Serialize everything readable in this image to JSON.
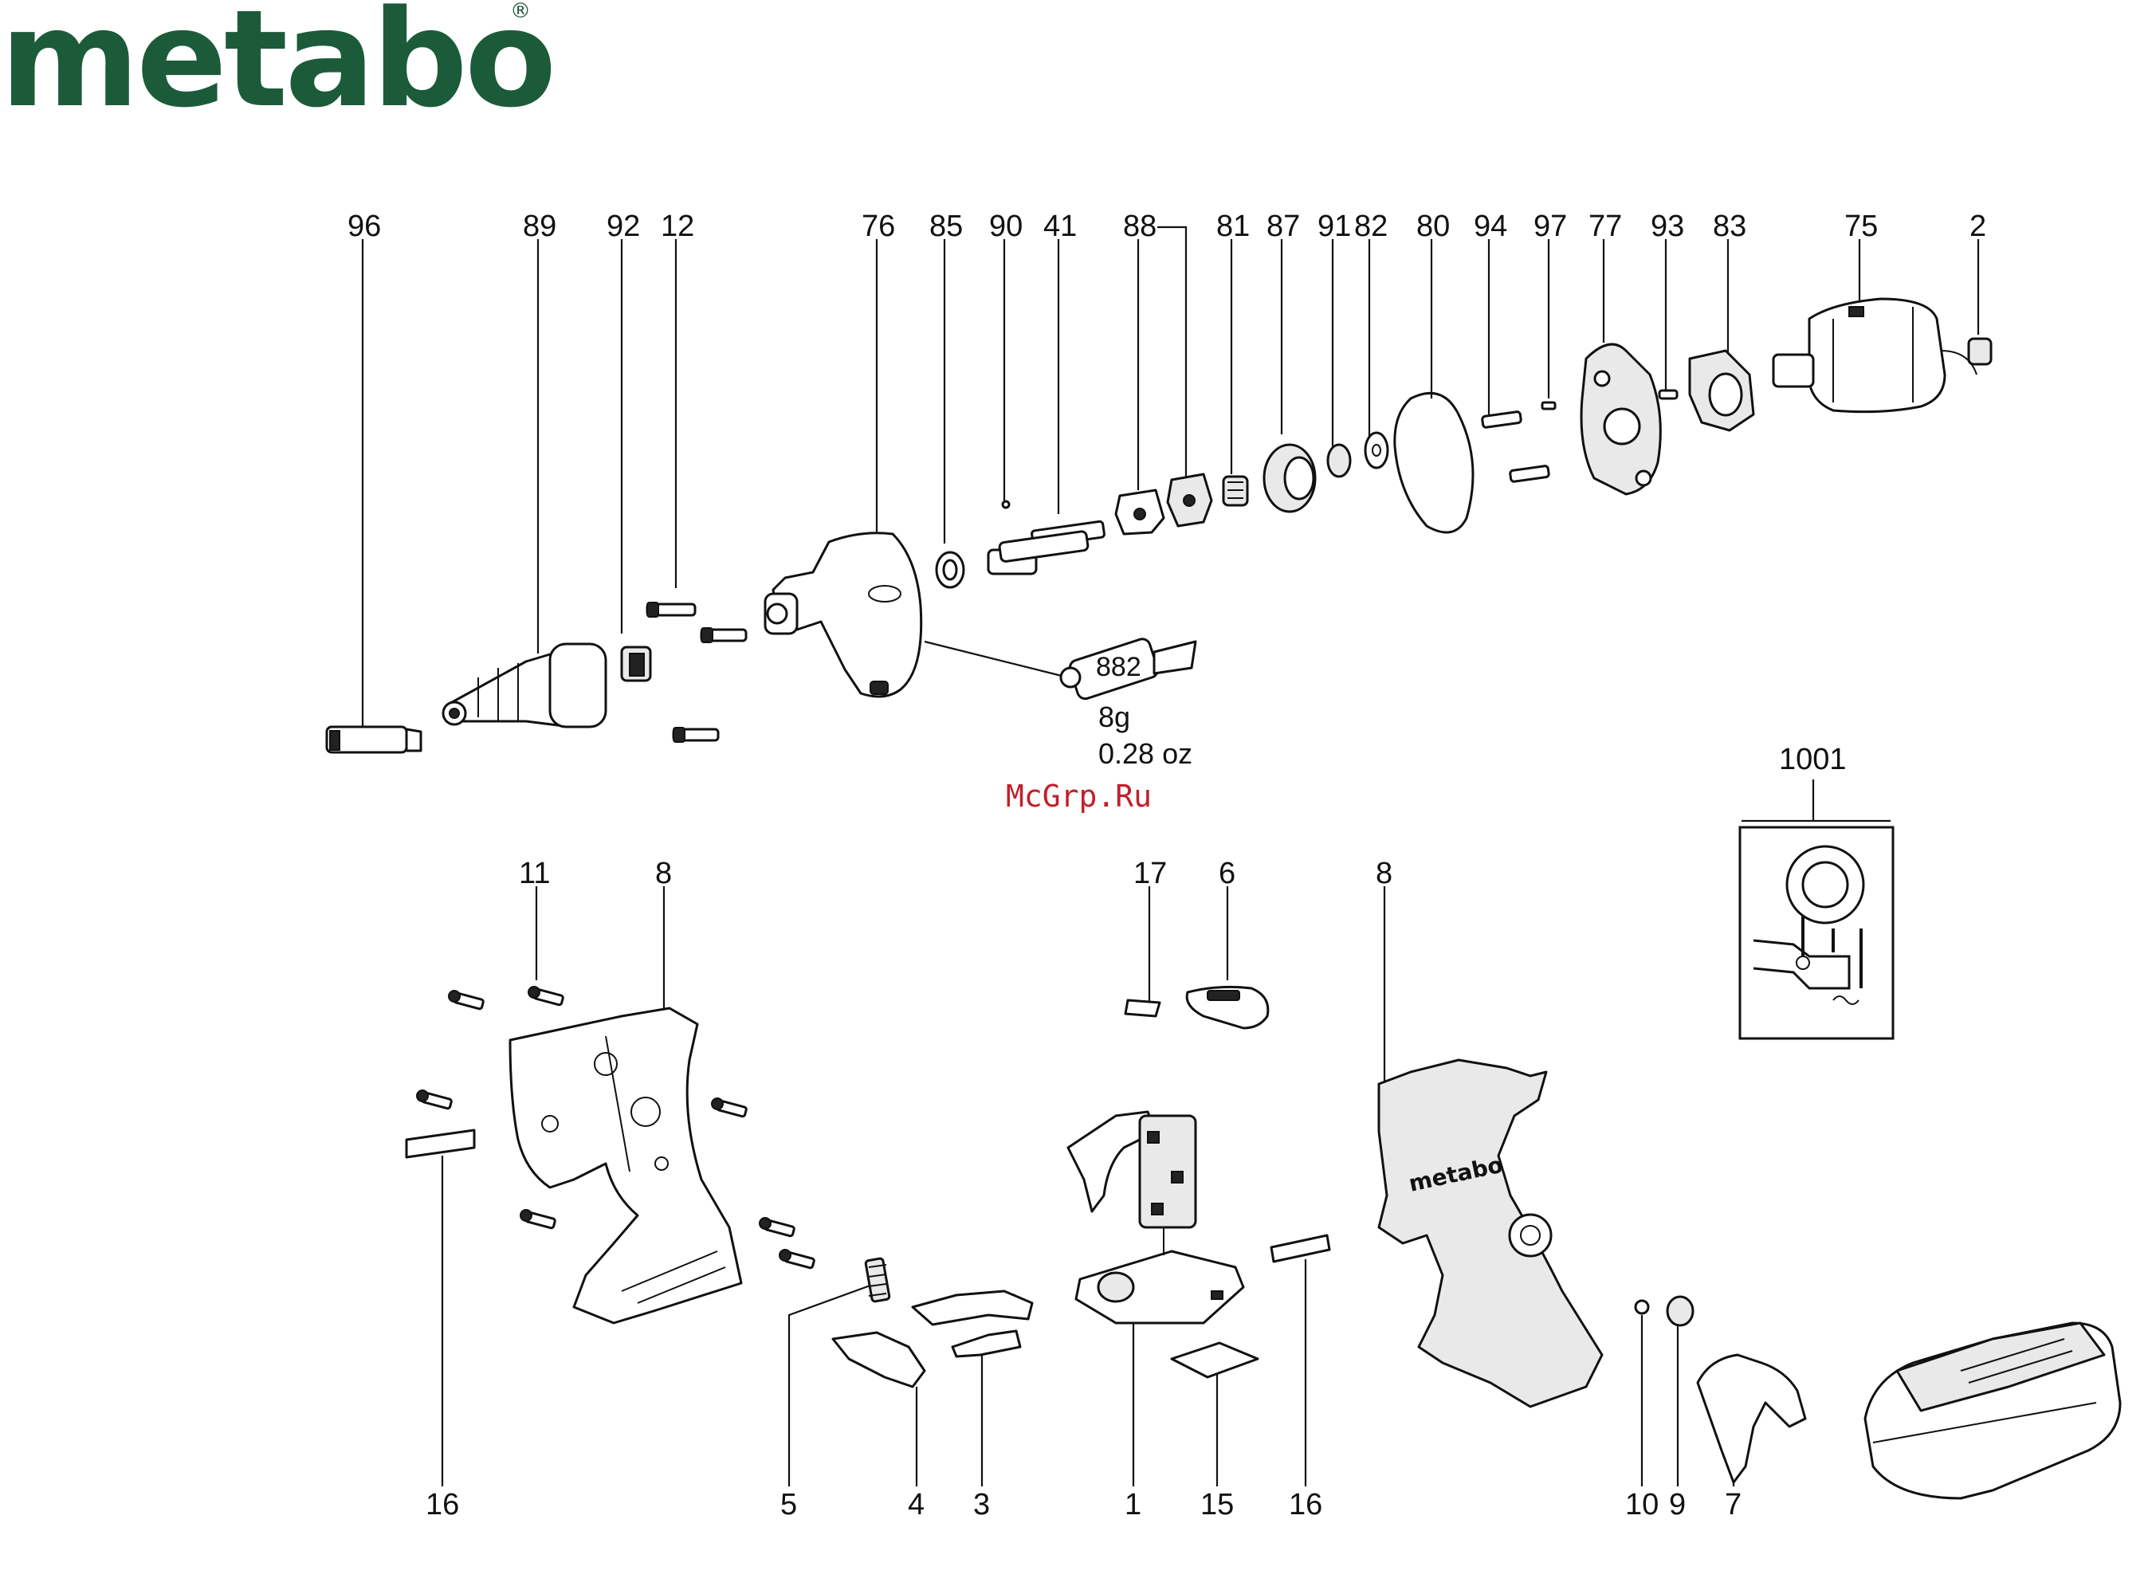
{
  "brand": {
    "logo_text": "metabo",
    "registered_mark": "®",
    "logo_color": "#1c5b3a"
  },
  "watermark": {
    "text": "McGrp.Ru",
    "color": "#c0202a"
  },
  "grease": {
    "code": "882",
    "amount_g": "8g",
    "amount_oz": "0.28 oz"
  },
  "parts": {
    "p96": "96",
    "p89": "89",
    "p92": "92",
    "p12": "12",
    "p76": "76",
    "p85": "85",
    "p90": "90",
    "p41": "41",
    "p88": "88",
    "p81": "81",
    "p87": "87",
    "p91": "91",
    "p82": "82",
    "p80": "80",
    "p94": "94",
    "p97": "97",
    "p77": "77",
    "p93": "93",
    "p83": "83",
    "p75": "75",
    "p2": "2",
    "p1001": "1001",
    "p11": "11",
    "p8_left": "8",
    "p17": "17",
    "p6": "6",
    "p8_right": "8",
    "p16_left": "16",
    "p5": "5",
    "p4": "4",
    "p3": "3",
    "p1": "1",
    "p15": "15",
    "p16_right": "16",
    "p10": "10",
    "p9": "9",
    "p7": "7"
  }
}
